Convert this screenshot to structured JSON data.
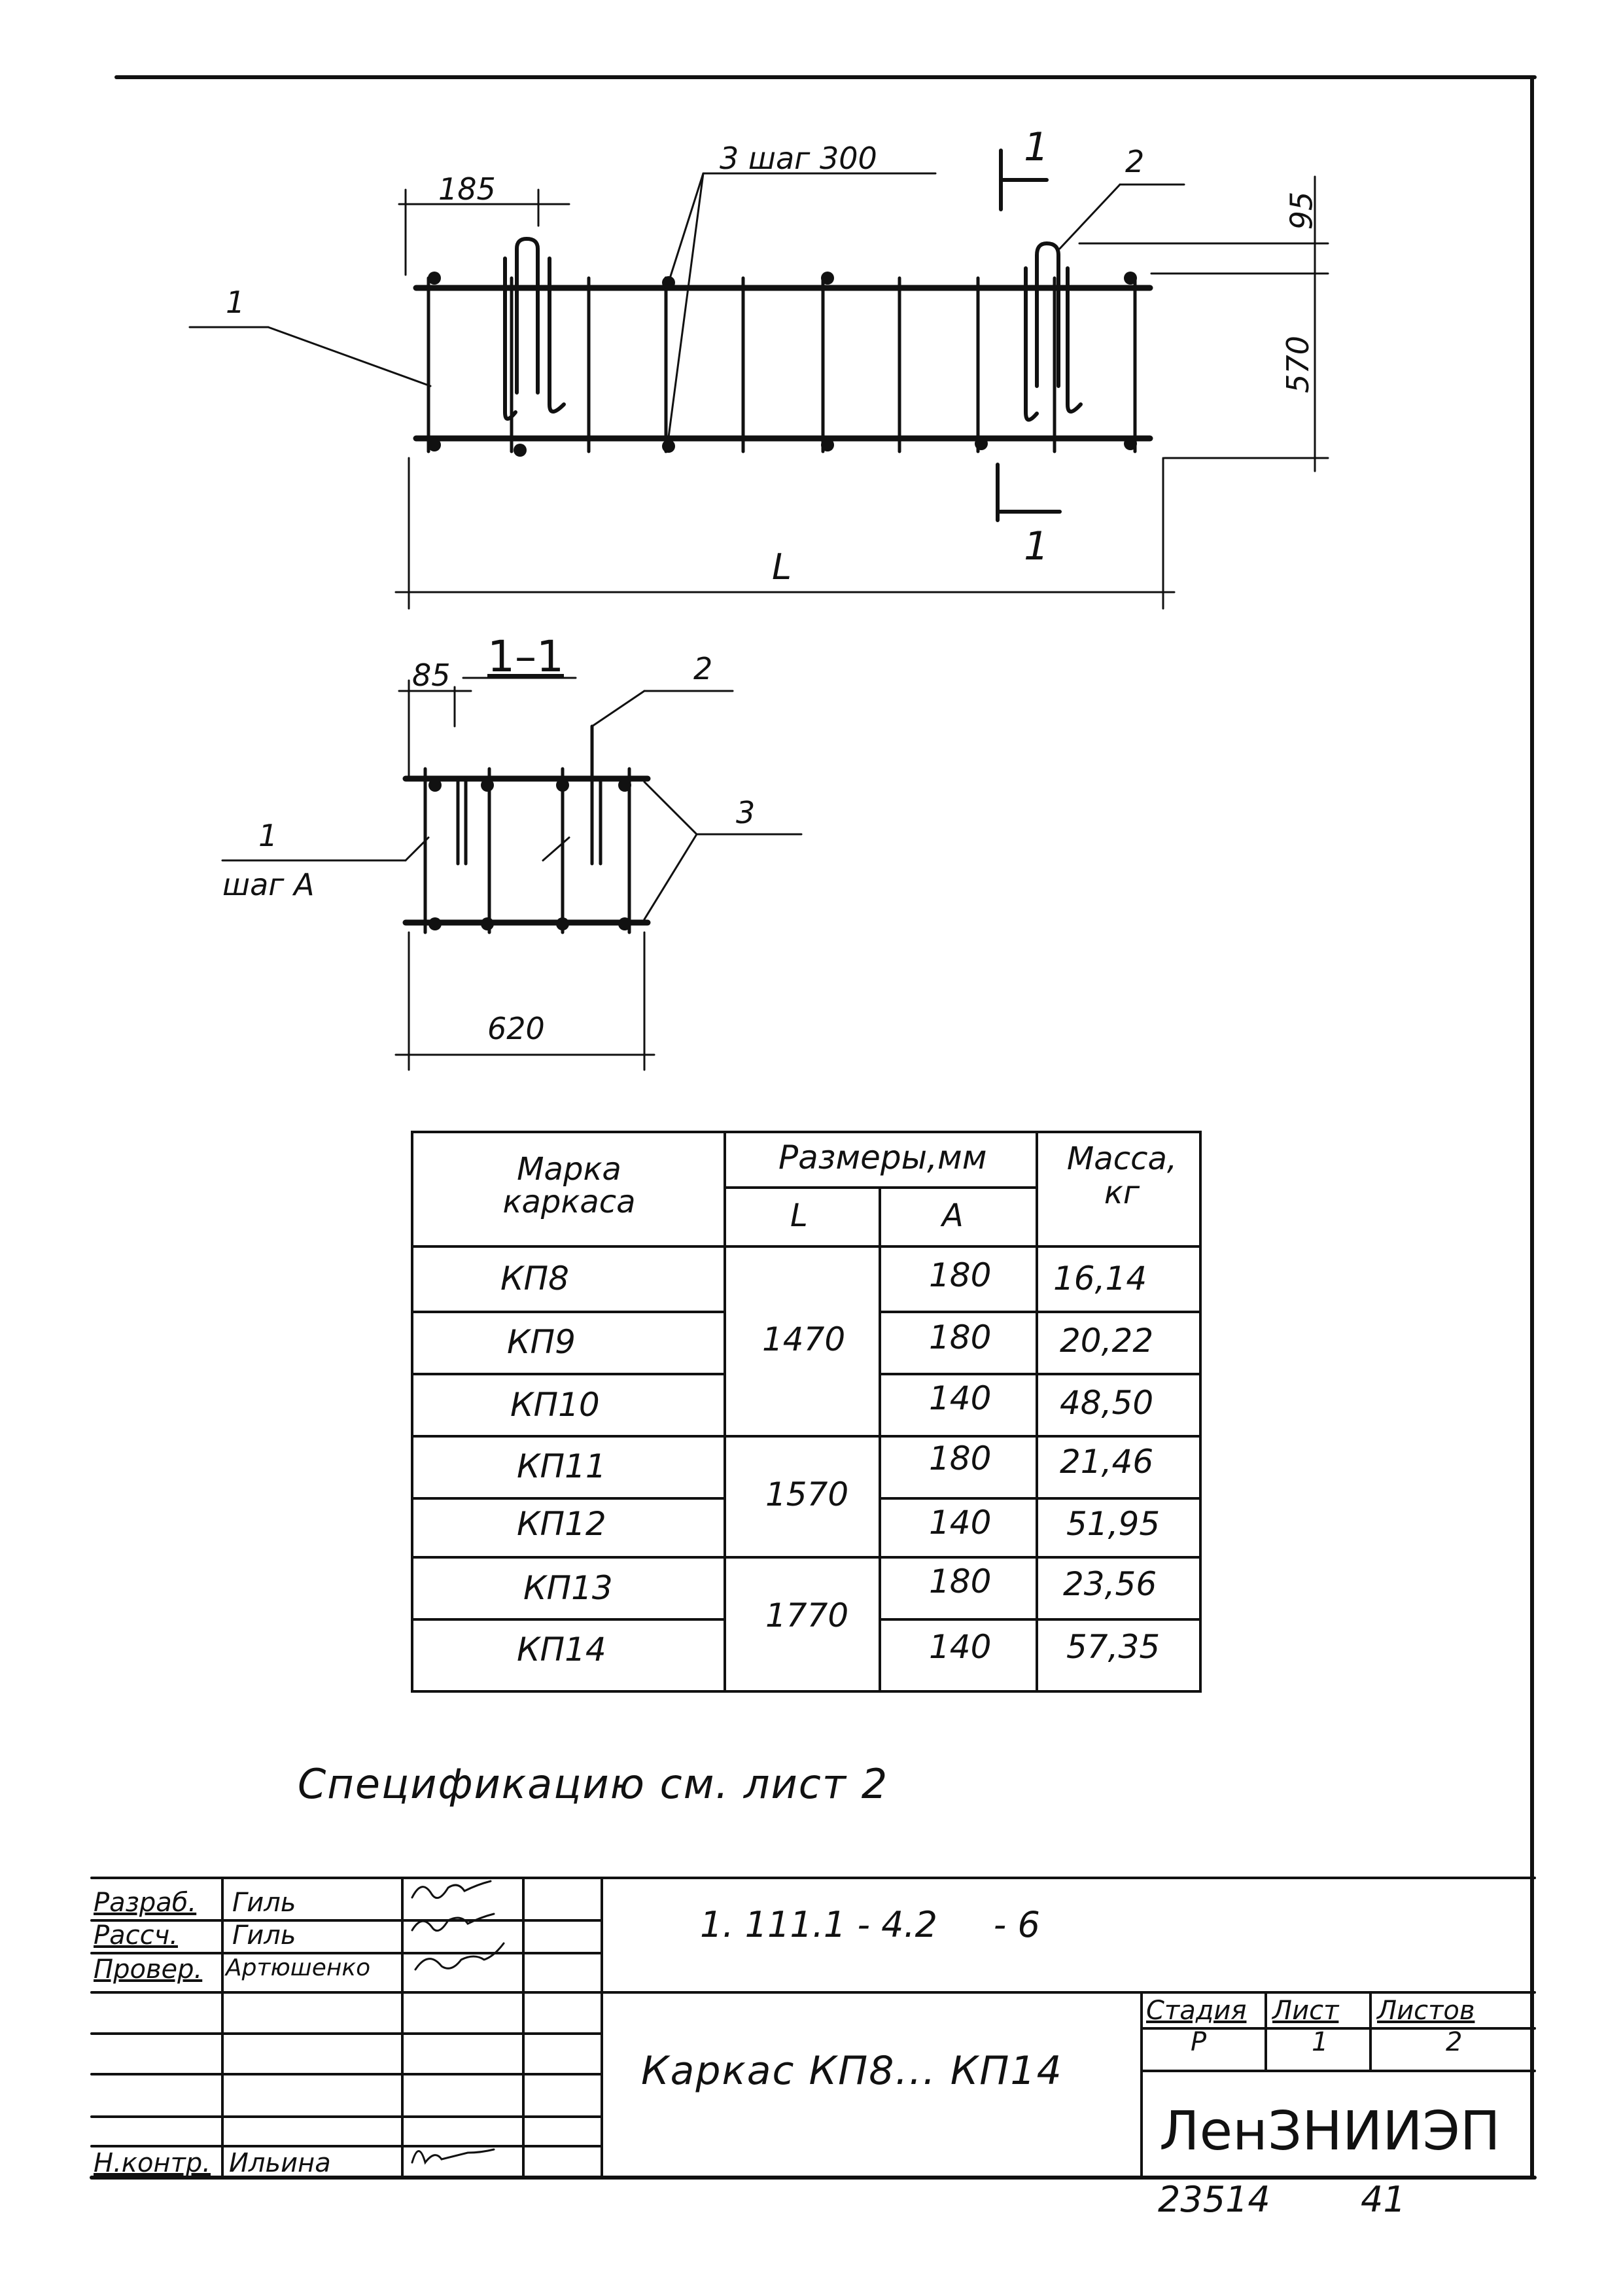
{
  "drawing": {
    "top_view": {
      "dim_185": "185",
      "dim_step": "3 шаг 300",
      "dim_95": "95",
      "dim_570": "570",
      "dim_L": "L",
      "callout_1": "1",
      "callout_2": "2",
      "section_mark_top": "1",
      "section_mark_bottom": "1"
    },
    "section_view": {
      "title": "1–1",
      "dim_85": "85",
      "dim_620": "620",
      "callout_1": "1",
      "callout_1_note": "шаг A",
      "callout_2": "2",
      "callout_3": "3"
    }
  },
  "table": {
    "header_mark": "Марка каркаса",
    "header_sizes": "Размеры,мм",
    "header_L": "L",
    "header_A": "A",
    "header_mass": "Масса, кг",
    "rows": [
      {
        "mark": "КП8",
        "A": "180",
        "mass": "16,14"
      },
      {
        "mark": "КП9",
        "A": "180",
        "mass": "20,22"
      },
      {
        "mark": "КП10",
        "A": "140",
        "mass": "48,50"
      },
      {
        "mark": "КП11",
        "A": "180",
        "mass": "21,46"
      },
      {
        "mark": "КП12",
        "A": "140",
        "mass": "51,95"
      },
      {
        "mark": "КП13",
        "A": "180",
        "mass": "23,56"
      },
      {
        "mark": "КП14",
        "A": "140",
        "mass": "57,35"
      }
    ],
    "L_groups": [
      "1470",
      "1570",
      "1770"
    ]
  },
  "note": "Спецификацию см. лист 2",
  "title_block": {
    "roles": [
      "Разраб.",
      "Рассч.",
      "Провер.",
      "",
      "",
      "",
      "Н.контр."
    ],
    "names": [
      "Гиль",
      "Гиль",
      "Артюшенко",
      "",
      "",
      "",
      "Ильина"
    ],
    "doc_code": "1. 111.1 - 4.2     - 6",
    "title": "Каркас КП8... КП14",
    "stage_label": "Стадия",
    "sheet_label": "Лист",
    "sheets_label": "Листов",
    "stage": "Р",
    "sheet": "1",
    "sheets": "2",
    "org": "ЛенЗНИИЭП",
    "archive_no": "23514",
    "archive_sheet": "41"
  }
}
